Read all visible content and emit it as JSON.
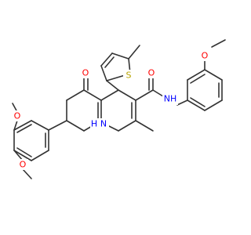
{
  "molecule": {
    "atoms": {
      "methoxy_o1": "O",
      "methoxy_o2": "O",
      "methoxy_o3": "O",
      "ketone_o": "O",
      "amide_o": "O",
      "thiophene_s": "S",
      "amide_nh": "NH",
      "ring_nh_n": "N",
      "ring_nh_h": "H"
    },
    "colors": {
      "oxygen": "#ff0000",
      "sulfur": "#b8a400",
      "nitrogen": "#0000ff",
      "hydrogen": "#0000ff",
      "bond": "#333333"
    }
  }
}
